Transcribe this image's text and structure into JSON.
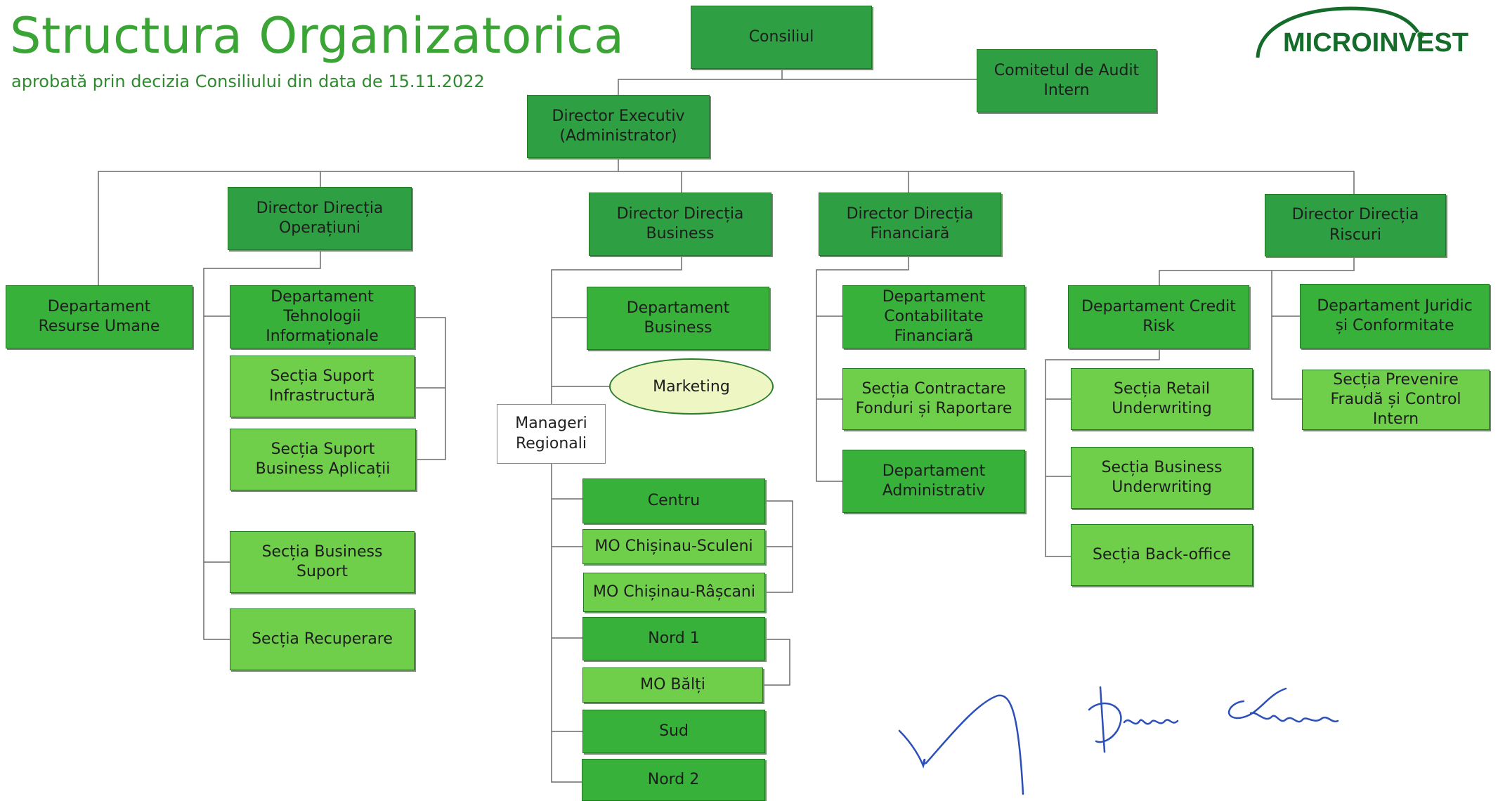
{
  "header": {
    "title": "Structura Organizatorica",
    "subtitle": "aprobată prin decizia Consiliului din data de 15.11.2022"
  },
  "logo": {
    "text": "MICROINVEST",
    "color": "#146b2a"
  },
  "colors": {
    "dark_green": "#2ea043",
    "mid_green": "#37b13a",
    "light_green": "#6fcf4b",
    "ellipse_fill": "#eef6c4",
    "title_green": "#3aa435"
  },
  "top": {
    "consiliul": "Consiliul",
    "comitetul_audit": "Comitetul de Audit\nIntern",
    "director_executiv": "Director Executiv\n(Administrator)"
  },
  "directors": {
    "operatiuni": "Director Direcția\nOperațiuni",
    "business": "Director Direcția\nBusiness",
    "financiara": "Director Direcția\nFinanciară",
    "riscuri": "Director Direcția\nRiscuri"
  },
  "operatiuni": {
    "resurse_umane": "Departament\nResurse Umane",
    "tehnologii": "Departament\nTehnologii\nInformaționale",
    "suport_infra": "Secția Suport\nInfrastructură",
    "suport_business_aplicatii": "Secția Suport\nBusiness Aplicații",
    "business_suport": "Secția Business\nSuport",
    "recuperare": "Secția Recuperare"
  },
  "business": {
    "departament_business": "Departament\nBusiness",
    "marketing": "Marketing",
    "manageri_regionali": "Manageri\nRegionali",
    "centru": "Centru",
    "mo_sculeni": "MO Chișinau-Sculeni",
    "mo_rascani": "MO Chișinau-Râșcani",
    "nord1": "Nord 1",
    "mo_balti": "MO Bălți",
    "sud": "Sud",
    "nord2": "Nord 2"
  },
  "financiara": {
    "contabilitate": "Departament\nContabilitate\nFinanciară",
    "contractare": "Secția Contractare\nFonduri și Raportare",
    "administrativ": "Departament\nAdministrativ"
  },
  "riscuri": {
    "credit_risk": "Departament Credit\nRisk",
    "retail_uw": "Secția Retail\nUnderwriting",
    "business_uw": "Secția Business\nUnderwriting",
    "back_office": "Secția Back-office",
    "juridic": "Departament Juridic\nși Conformitate",
    "prevenire_frauda": "Secția Prevenire\nFraudă și Control\nIntern"
  },
  "signature": {
    "handwritten": "Dumitru Frinareu"
  }
}
